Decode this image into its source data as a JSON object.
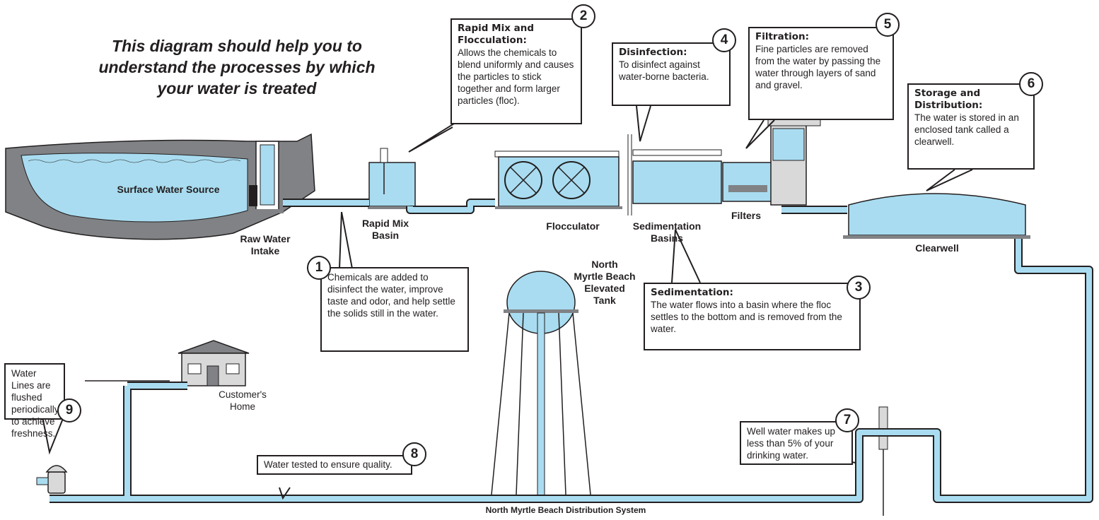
{
  "intro": "This diagram should help you to understand the processes by which your water is treated",
  "labels": {
    "surface_water": "Surface Water Source",
    "raw_intake": "Raw Water\nIntake",
    "rapid_mix_basin": "Rapid Mix\nBasin",
    "flocculator": "Flocculator",
    "sedimentation_basins": "Sedimentation\nBasins",
    "filters": "Filters",
    "clearwell": "Clearwell",
    "elevated_tank": "North\nMyrtle Beach\nElevated\nTank",
    "customer_home": "Customer's\nHome",
    "distribution": "North Myrtle Beach Distribution System"
  },
  "steps": [
    {
      "number": "1",
      "title": "",
      "text": "Chemicals are added to disinfect the water, improve taste and odor, and help settle the solids still in the water."
    },
    {
      "number": "2",
      "title": "Rapid Mix and Flocculation:",
      "text": "Allows the chemicals to blend uniformly and causes the particles to stick together and form larger particles (floc)."
    },
    {
      "number": "3",
      "title": "Sedimentation:",
      "text": "The water flows into a basin where the floc settles to the bottom and is removed from the water."
    },
    {
      "number": "4",
      "title": "Disinfection:",
      "text": "To disinfect against water-borne bacteria."
    },
    {
      "number": "5",
      "title": "Filtration:",
      "text": "Fine particles are removed from the water by passing the water through layers of sand and gravel."
    },
    {
      "number": "6",
      "title": "Storage and Distribution:",
      "text": "The water is stored in an enclosed tank called a clearwell."
    },
    {
      "number": "7",
      "title": "",
      "text": "Well water makes up less than 5% of your drinking water."
    },
    {
      "number": "8",
      "title": "",
      "text": "Water tested to ensure quality."
    },
    {
      "number": "9",
      "title": "",
      "text": "Water Lines are flushed periodically to achieve freshness."
    }
  ],
  "colors": {
    "water": "#a9dcf0",
    "outline": "#231f20",
    "ground": "#808285",
    "structure": "#d9d9d9"
  }
}
